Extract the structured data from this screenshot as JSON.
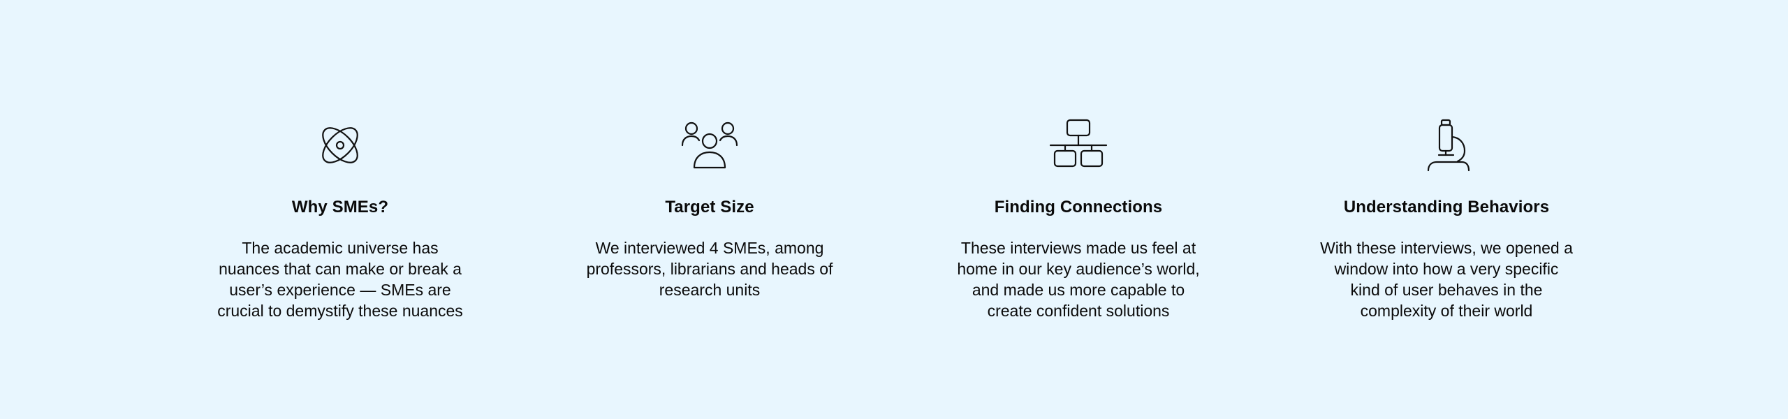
{
  "features": [
    {
      "icon": "atom-icon",
      "title": "Why SMEs?",
      "description_lines": [
        "The academic universe has",
        "nuances that can make or break a",
        "user’s experience — SMEs are",
        "crucial to demystify these nuances"
      ]
    },
    {
      "icon": "group-icon",
      "title": "Target Size",
      "description_lines": [
        "We interviewed 4 SMEs, among",
        "professors, librarians and heads of",
        "research units"
      ]
    },
    {
      "icon": "network-icon",
      "title": "Finding Connections",
      "description_lines": [
        "These interviews made us feel at",
        "home in our key audience’s world,",
        "and made us more capable to",
        "create confident solutions"
      ]
    },
    {
      "icon": "microscope-icon",
      "title": "Understanding Behaviors",
      "description_lines": [
        "With these interviews, we opened a",
        "window into how a very specific",
        "kind of user behaves in the",
        "complexity of their world"
      ]
    }
  ]
}
